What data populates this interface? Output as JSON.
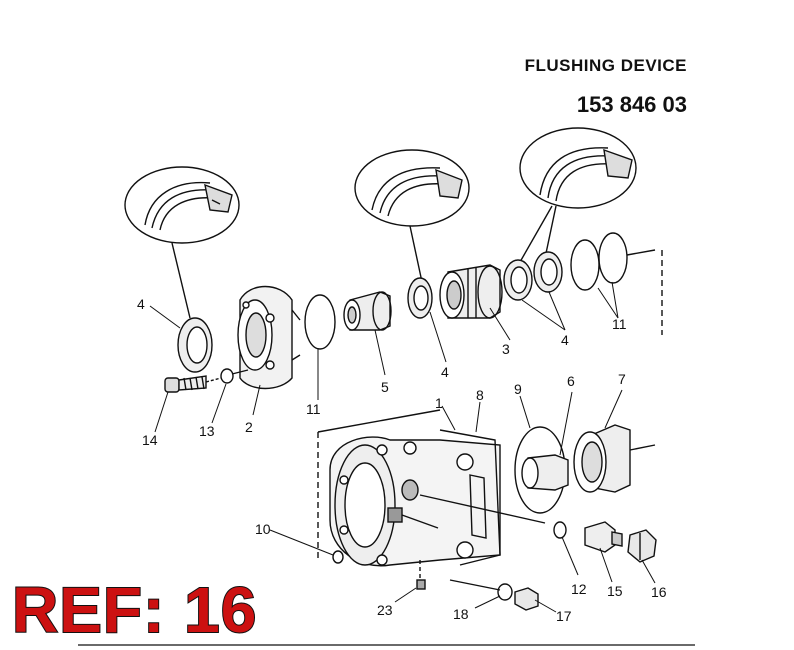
{
  "header": {
    "title": "FLUSHING  DEVICE",
    "part_number": "153 846 03"
  },
  "reference": "REF: 16",
  "callouts": {
    "c1": "1",
    "c2": "2",
    "c3": "3",
    "c4a": "4",
    "c4b": "4",
    "c4c": "4",
    "c5": "5",
    "c6": "6",
    "c7": "7",
    "c8": "8",
    "c9": "9",
    "c10": "10",
    "c11a": "11",
    "c11b": "11",
    "c12": "12",
    "c13": "13",
    "c14": "14",
    "c15": "15",
    "c16": "16",
    "c17": "17",
    "c18": "18",
    "c23": "23"
  }
}
